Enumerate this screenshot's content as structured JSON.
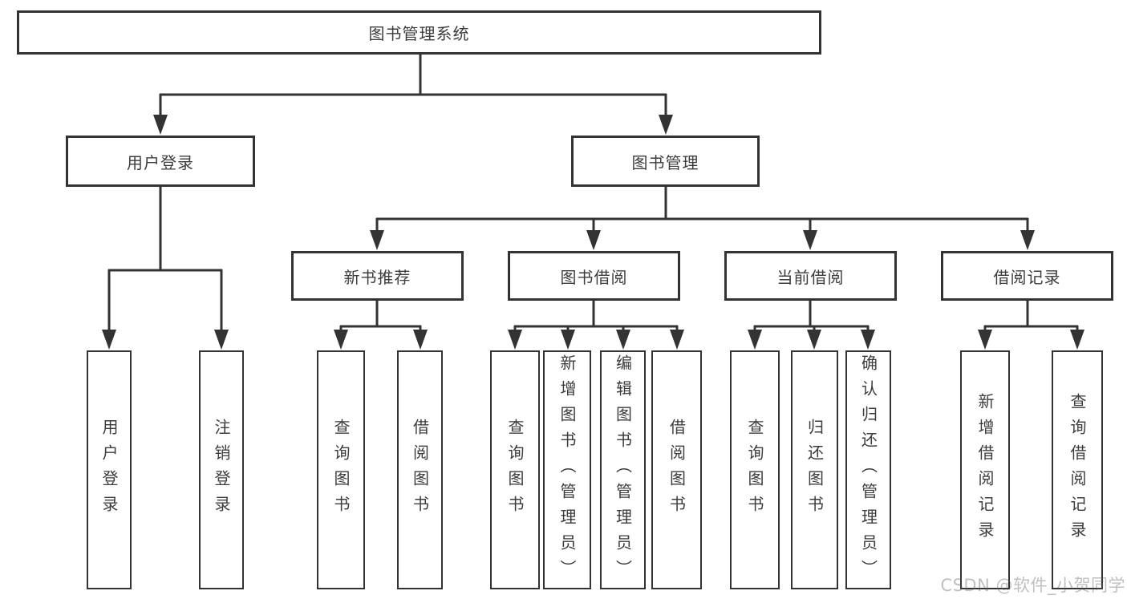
{
  "diagram": {
    "nodes": {
      "root": "图书管理系统",
      "user_login": "用户登录",
      "book_mgmt": "图书管理",
      "new_book": "新书推荐",
      "book_borrow": "图书借阅",
      "current_borrow": "当前借阅",
      "borrow_record": "借阅记录",
      "leaves": {
        "login": "用户登录",
        "logout": "注销登录",
        "query_book_a": "查询图书",
        "borrow_book_a": "借阅图书",
        "query_book_b": "查询图书",
        "add_book": "新增图书（管理员）",
        "edit_book": "编辑图书（管理员）",
        "borrow_book_b": "借阅图书",
        "query_book_c": "查询图书",
        "return_book": "归还图书",
        "confirm_return": "确认归还（管理员）",
        "add_record": "新增借阅记录",
        "query_record": "查询借阅记录"
      }
    },
    "colors": {
      "line": "#333333",
      "box_border": "#333333",
      "text": "#3c3c3c",
      "background": "#ffffff",
      "watermark": "#c8c8c8"
    },
    "watermark": "CSDN @软件_小贺同学"
  }
}
